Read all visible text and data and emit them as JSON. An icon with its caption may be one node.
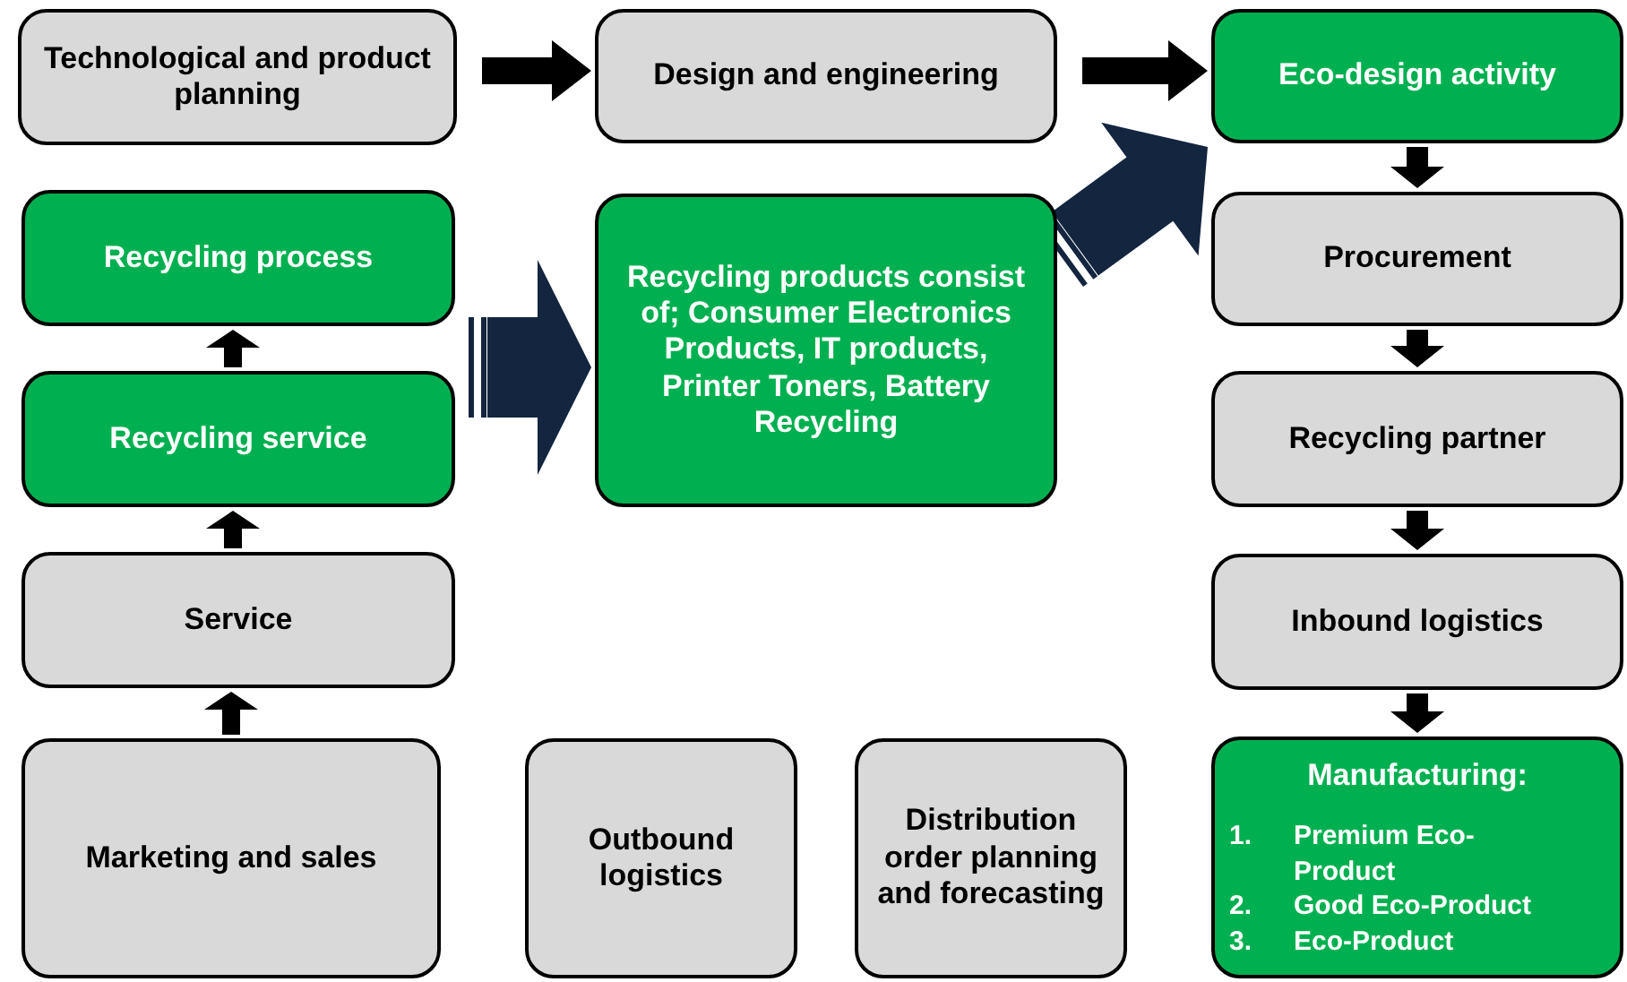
{
  "diagram": {
    "nodes": [
      {
        "text": [
          "Technological and product planning"
        ]
      },
      {
        "text": [
          "Design and engineering"
        ]
      },
      {
        "text": [
          "Eco-design activity"
        ]
      },
      {
        "text": [
          "Recycling process"
        ]
      },
      {
        "text": [
          "Recycling products consist of; Consumer Electronics Products, IT products, Printer Toners, Battery Recycling"
        ]
      },
      {
        "text": [
          "Procurement"
        ]
      },
      {
        "text": [
          "Recycling service"
        ]
      },
      {
        "text": [
          "Recycling partner"
        ]
      },
      {
        "text": [
          "Service"
        ]
      },
      {
        "text": [
          "Inbound logistics"
        ]
      },
      {
        "text": [
          "Marketing and sales"
        ]
      },
      {
        "text": [
          "Outbound logistics"
        ]
      },
      {
        "text": [
          "Distribution order planning and forecasting"
        ]
      },
      {
        "text": [
          "Manufacturing:",
          "1.",
          "Premium Eco-Product",
          "2.",
          "Good Eco-Product",
          "3.",
          "Eco-Product"
        ]
      }
    ],
    "edges": [
      {
        "from": 0,
        "to": 1,
        "arrow": "to"
      },
      {
        "from": 1,
        "to": 2,
        "arrow": "to"
      },
      {
        "from": 4,
        "to": 2,
        "arrow": "to",
        "style": "thick",
        "color": "#13253f"
      },
      {
        "from": null,
        "to": 4,
        "arrow": "to",
        "style": "thick",
        "color": "#13253f"
      },
      {
        "from": 2,
        "to": 5,
        "arrow": "to"
      },
      {
        "from": 5,
        "to": 7,
        "arrow": "to"
      },
      {
        "from": 7,
        "to": 9,
        "arrow": "to"
      },
      {
        "from": 9,
        "to": 13,
        "arrow": "to"
      },
      {
        "from": 10,
        "to": 8,
        "arrow": "to"
      },
      {
        "from": 8,
        "to": 6,
        "arrow": "to"
      },
      {
        "from": 6,
        "to": 3,
        "arrow": "to"
      }
    ]
  }
}
